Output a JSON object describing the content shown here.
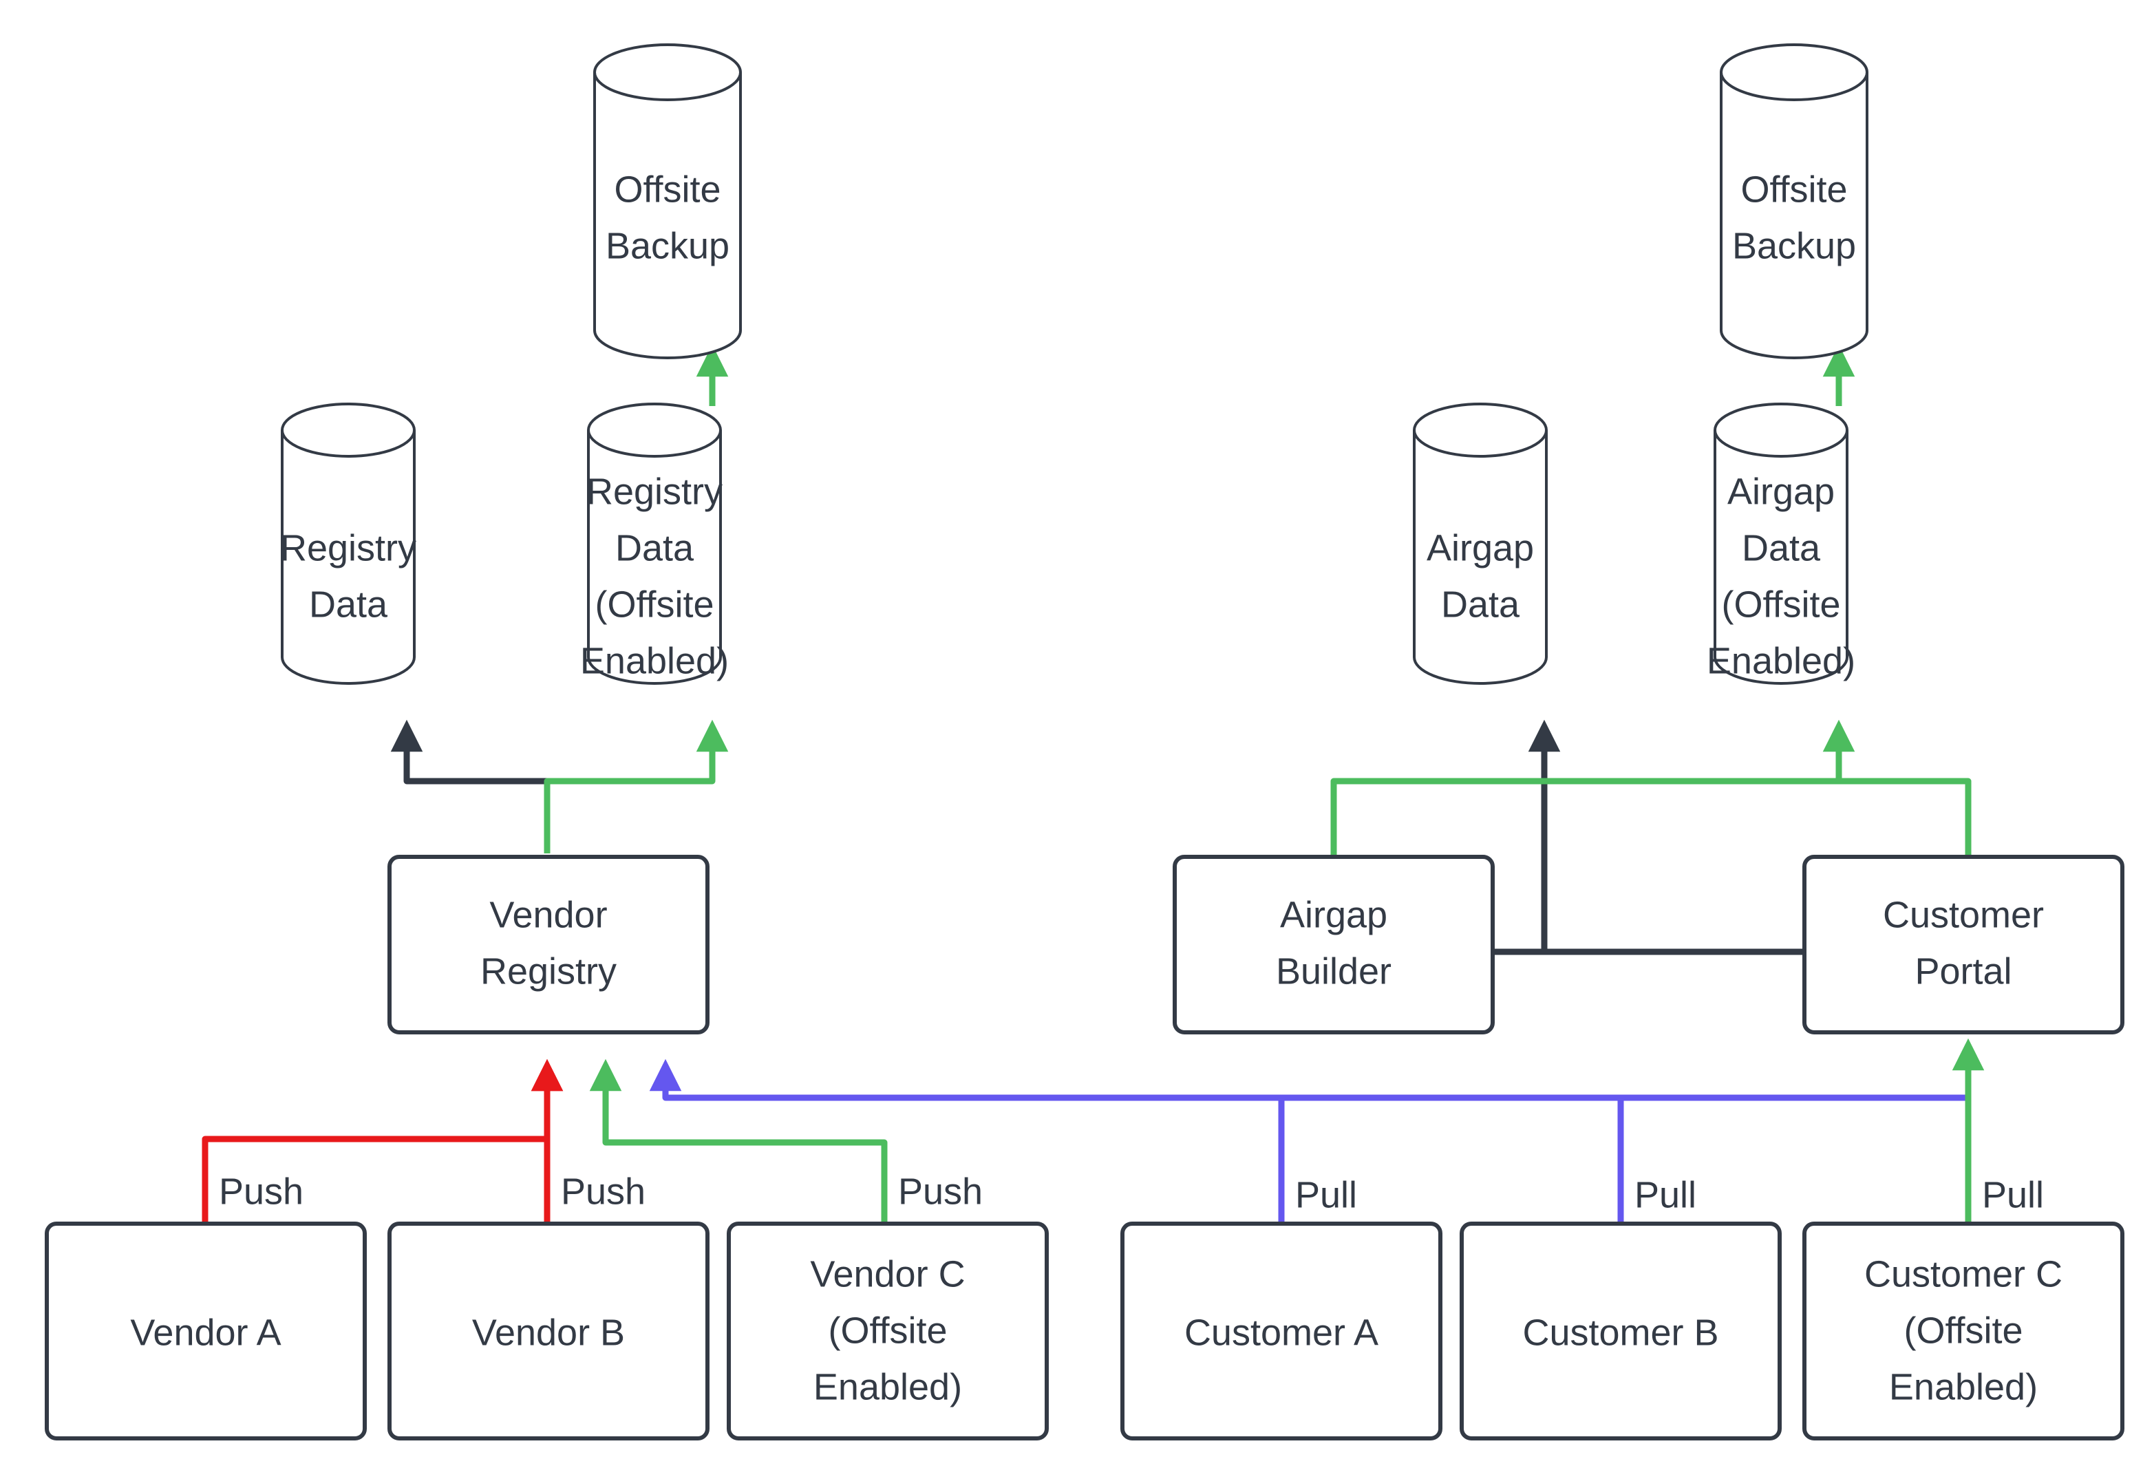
{
  "diagram": {
    "type": "flowchart",
    "title": "",
    "background_color": "#ffffff",
    "colors": {
      "node_stroke": "#333a45",
      "node_fill": "#ffffff",
      "text": "#333a45",
      "edge_dark": "#333a45",
      "edge_green": "#4cbc5e",
      "edge_red": "#e8191b",
      "edge_blue": "#6457ef"
    },
    "nodes": {
      "offsite_backup_left": {
        "label_lines": [
          "Offsite",
          "Backup"
        ],
        "shape": "cylinder"
      },
      "offsite_backup_right": {
        "label_lines": [
          "Offsite",
          "Backup"
        ],
        "shape": "cylinder"
      },
      "registry_data": {
        "label_lines": [
          "Registry",
          "Data"
        ],
        "shape": "cylinder"
      },
      "registry_data_offsite": {
        "label_lines": [
          "Registry",
          "Data",
          "(Offsite",
          "Enabled)"
        ],
        "shape": "cylinder"
      },
      "airgap_data": {
        "label_lines": [
          "Airgap",
          "Data"
        ],
        "shape": "cylinder"
      },
      "airgap_data_offsite": {
        "label_lines": [
          "Airgap",
          "Data",
          "(Offsite",
          "Enabled)"
        ],
        "shape": "cylinder"
      },
      "vendor_registry": {
        "label_lines": [
          "Vendor",
          "Registry"
        ],
        "shape": "box"
      },
      "airgap_builder": {
        "label_lines": [
          "Airgap",
          "Builder"
        ],
        "shape": "box"
      },
      "customer_portal": {
        "label_lines": [
          "Customer",
          "Portal"
        ],
        "shape": "box"
      },
      "vendor_a": {
        "label_lines": [
          "Vendor A"
        ],
        "shape": "box"
      },
      "vendor_b": {
        "label_lines": [
          "Vendor B"
        ],
        "shape": "box"
      },
      "vendor_c": {
        "label_lines": [
          "Vendor C",
          "(Offsite",
          "Enabled)"
        ],
        "shape": "box"
      },
      "customer_a": {
        "label_lines": [
          "Customer A"
        ],
        "shape": "box"
      },
      "customer_b": {
        "label_lines": [
          "Customer B"
        ],
        "shape": "box"
      },
      "customer_c": {
        "label_lines": [
          "Customer C",
          "(Offsite",
          "Enabled)"
        ],
        "shape": "box"
      }
    },
    "edges": [
      {
        "id": "e1",
        "from": "registry_data_offsite",
        "to": "offsite_backup_left",
        "label": "",
        "color": "#4cbc5e"
      },
      {
        "id": "e2",
        "from": "vendor_registry",
        "to": "registry_data",
        "label": "",
        "color": "#333a45"
      },
      {
        "id": "e3",
        "from": "vendor_registry",
        "to": "registry_data_offsite",
        "label": "",
        "color": "#4cbc5e"
      },
      {
        "id": "e4",
        "from": "vendor_a",
        "to": "vendor_registry",
        "label": "Push",
        "color": "#e8191b"
      },
      {
        "id": "e5",
        "from": "vendor_b",
        "to": "vendor_registry",
        "label": "Push",
        "color": "#e8191b"
      },
      {
        "id": "e6",
        "from": "vendor_c",
        "to": "vendor_registry",
        "label": "Push",
        "color": "#4cbc5e"
      },
      {
        "id": "e7",
        "from": "airgap_data_offsite",
        "to": "offsite_backup_right",
        "label": "",
        "color": "#4cbc5e"
      },
      {
        "id": "e8",
        "from": "airgap_builder",
        "to": "airgap_data",
        "label": "",
        "color": "#333a45"
      },
      {
        "id": "e9",
        "from": "airgap_builder",
        "to": "airgap_data_offsite",
        "label": "",
        "color": "#4cbc5e"
      },
      {
        "id": "e10",
        "from": "customer_portal",
        "to": "airgap_data",
        "label": "",
        "color": "#333a45"
      },
      {
        "id": "e11",
        "from": "customer_portal",
        "to": "airgap_data_offsite",
        "label": "",
        "color": "#4cbc5e"
      },
      {
        "id": "e12",
        "from": "customer_a",
        "to": "vendor_registry",
        "label": "Pull",
        "color": "#6457ef"
      },
      {
        "id": "e13",
        "from": "customer_b",
        "to": "vendor_registry",
        "label": "Pull",
        "color": "#6457ef"
      },
      {
        "id": "e14",
        "from": "customer_c",
        "to": "customer_portal",
        "label": "Pull",
        "color": "#4cbc5e"
      }
    ],
    "edge_labels": {
      "push_a": "Push",
      "push_b": "Push",
      "push_c": "Push",
      "pull_a": "Pull",
      "pull_b": "Pull",
      "pull_c": "Pull"
    }
  }
}
